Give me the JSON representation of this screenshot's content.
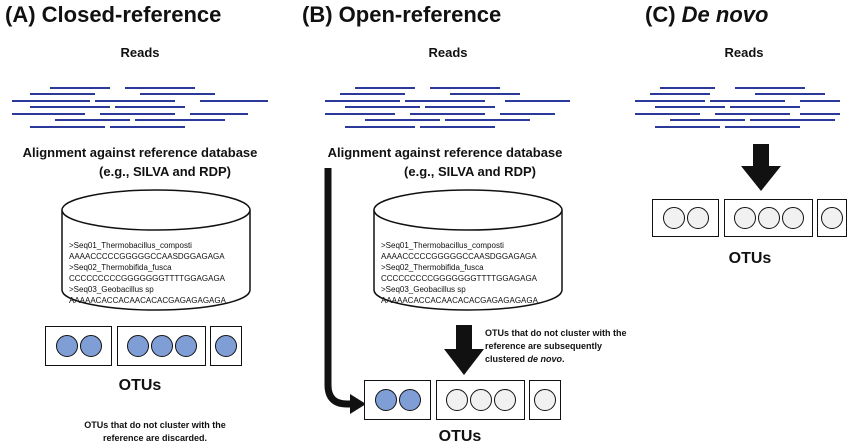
{
  "panels": {
    "a": {
      "title_prefix": "(A) Closed-reference",
      "reads_label": "Reads",
      "align_line1": "Alignment against reference database",
      "align_line2": "(e.g., SILVA and RDP)",
      "otus_label": "OTUs",
      "note_line1": "OTUs that do not cluster with the",
      "note_line2": "reference are discarded."
    },
    "b": {
      "title_prefix": "(B) Open-reference",
      "reads_label": "Reads",
      "align_line1": "Alignment against reference database",
      "align_line2": "(e.g., SILVA and RDP)",
      "otus_label": "OTUs",
      "note_line1": "OTUs that do not cluster with the",
      "note_line2": "reference are subsequently",
      "note_line3_plain": "clustered ",
      "note_line3_italic": "de novo",
      "note_line3_end": "."
    },
    "c": {
      "title_prefix": "(C) ",
      "title_italic": "De novo",
      "reads_label": "Reads",
      "otus_label": "OTUs"
    }
  },
  "database": {
    "lines": [
      ">Seq01_Thermobacillus_composti",
      "AAAACCCCCGGGGGCCAASDGGAGAGA",
      ">Seq02_Thermobifida_fusca",
      "CCCCCCCCCGGGGGGGTTTTGGAGAGA",
      ">Seq03_Geobacillus sp",
      "AAAAACACCACAACACACGAGAGAGAGA"
    ]
  },
  "colors": {
    "read_line": "#2b3a9a",
    "matched_otu": "#7f9ed6",
    "novel_otu": "#f1f1f1"
  }
}
